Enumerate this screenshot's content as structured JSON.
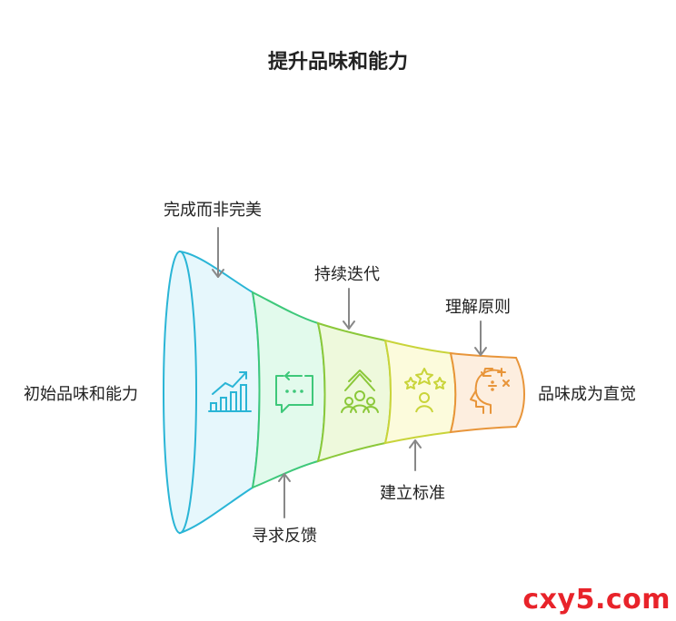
{
  "title": "提升品味和能力",
  "start_label": "初始品味和能力",
  "end_label": "品味成为直觉",
  "stages": [
    {
      "label": "完成而非完美",
      "icon": "growth-chart-icon",
      "color": "#2ab5d6",
      "fill": "#e6f7fc"
    },
    {
      "label": "寻求反馈",
      "icon": "feedback-chat-icon",
      "color": "#3ec87a",
      "fill": "#e2faec"
    },
    {
      "label": "持续迭代",
      "icon": "team-growth-icon",
      "color": "#8bc83a",
      "fill": "#eef9dc"
    },
    {
      "label": "建立标准",
      "icon": "star-rating-icon",
      "color": "#c9d43a",
      "fill": "#fcfbdc"
    },
    {
      "label": "理解原则",
      "icon": "mind-math-icon",
      "color": "#e8953a",
      "fill": "#fdeedf"
    }
  ],
  "watermark": "cxy5.com"
}
